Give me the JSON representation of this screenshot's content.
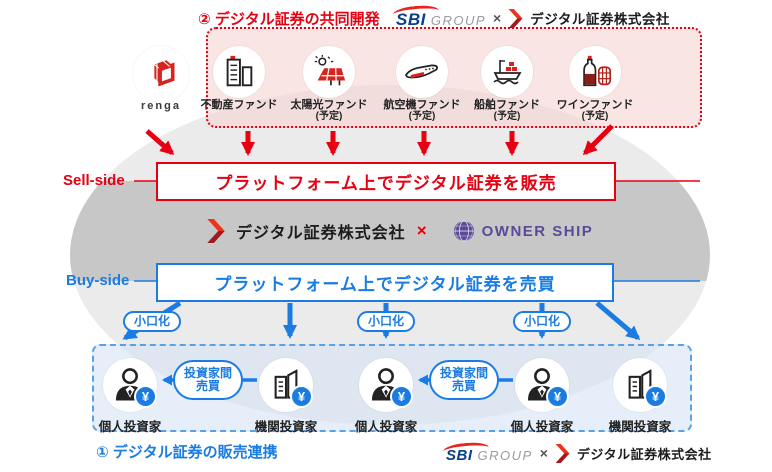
{
  "colors": {
    "red": "#e60012",
    "blue": "#1a7ce2",
    "purple": "#5b4a99",
    "sbi_navy": "#0a3f86",
    "gray": "#9b9b9b"
  },
  "top": {
    "title": "② デジタル証券の共同開発",
    "sbi": "SBI",
    "group": "GROUP",
    "times": "×",
    "digital_name": "デジタル証券株式会社"
  },
  "funds": {
    "renga": "renga",
    "items": [
      {
        "label": "不動産ファンド",
        "note": ""
      },
      {
        "label": "太陽光ファンド",
        "note": "(予定)"
      },
      {
        "label": "航空機ファンド",
        "note": "(予定)"
      },
      {
        "label": "船舶ファンド",
        "note": "(予定)"
      },
      {
        "label": "ワインファンド",
        "note": "(予定)"
      }
    ]
  },
  "sell": {
    "label": "Sell-side",
    "box": "プラットフォーム上でデジタル証券を販売"
  },
  "middle": {
    "digital_name": "デジタル証券株式会社",
    "times": "×",
    "ownership": "OWNER SHIP"
  },
  "buy": {
    "label": "Buy-side",
    "box": "プラットフォーム上でデジタル証券を売買"
  },
  "pills": {
    "fractionalize": "小口化",
    "trade_line1": "投資家間",
    "trade_line2": "売買",
    "yen": "¥"
  },
  "investors": {
    "items": [
      "個人投資家",
      "機関投資家",
      "個人投資家",
      "個人投資家",
      "機関投資家"
    ]
  },
  "footer": {
    "title": "① デジタル証券の販売連携",
    "sbi": "SBI",
    "group": "GROUP",
    "times": "×",
    "digital_name": "デジタル証券株式会社"
  }
}
